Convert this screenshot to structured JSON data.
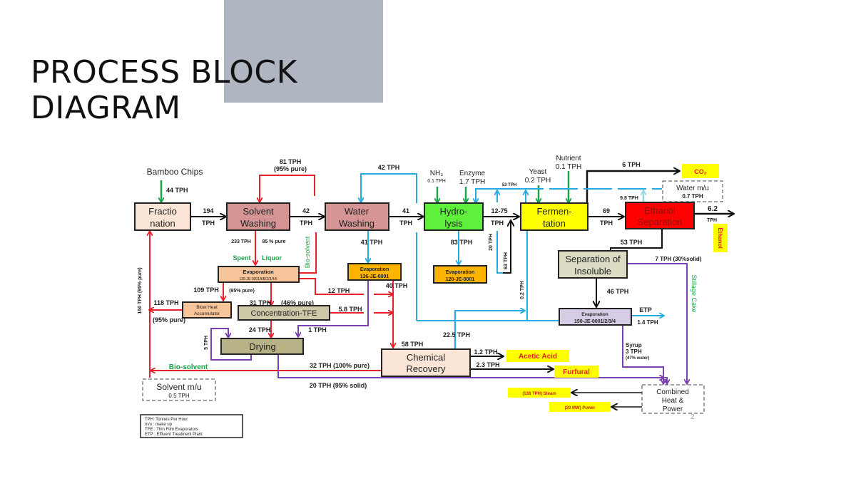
{
  "slide": {
    "title_line1": "PROCESS BLOCK",
    "title_line2": "DIAGRAM",
    "page_number": "2"
  },
  "colors": {
    "solvent_stream": "#e8202a",
    "water_stream": "#27aae1",
    "additive_stream": "#1aa34a",
    "solid_stream": "#7a3fb0",
    "product_stream": "#111111",
    "highlight": "#ffff00",
    "product_text": "#e82020",
    "accent_rect": "#b0b5c2"
  },
  "blocks": {
    "fractionation": {
      "line1": "Fractio",
      "line2": "nation"
    },
    "solvent_washing": {
      "line1": "Solvent",
      "line2": "Washing"
    },
    "water_washing": {
      "line1": "Water",
      "line2": "Washing"
    },
    "hydrolysis": {
      "line1": "Hydro-",
      "line2": "lysis"
    },
    "fermentation": {
      "line1": "Fermen-",
      "line2": "tation"
    },
    "ethanol_separation": {
      "line1": "Ethanol",
      "line2": "Separation"
    },
    "separation_insoluble": {
      "line1": "Separation of",
      "line2": "Insoluble"
    },
    "evap_135": {
      "line1": "Evaporation",
      "line2": "135-JE-0001A/B/2/3/4/5"
    },
    "evap_136": {
      "line1": "Evaporation",
      "line2": "136-JE-0001"
    },
    "evap_120": {
      "line1": "Evaporation",
      "line2": "120-JE-0001"
    },
    "evap_150": {
      "line1": "Evaporation",
      "line2": "150-JE-0001/2/3/4"
    },
    "blow_heat": {
      "line1": "Blow Heat",
      "line2": "Accumulator"
    },
    "concentration_tfe": {
      "line1": "Concentration-TFE"
    },
    "drying": {
      "line1": "Drying"
    },
    "chemical_recovery": {
      "line1": "Chemical",
      "line2": "Recovery"
    },
    "solvent_mu": {
      "line1": "Solvent m/u",
      "line2": "0.5 TPH"
    },
    "water_mu": {
      "line1": "Water m/u",
      "line2": "0.7 TPH"
    },
    "chp": {
      "line1": "Combined",
      "line2": "Heat &",
      "line3": "Power"
    }
  },
  "inputs": {
    "bamboo": "Bamboo Chips",
    "bamboo_flow": "44 TPH",
    "nh3": "NH₃",
    "nh3_flow": "0.1 TPH",
    "enzyme": "Enzyme",
    "enzyme_flow": "1.7 TPH",
    "yeast": "Yeast",
    "yeast_flow": "0.2 TPH",
    "nutrient": "Nutrient",
    "nutrient_flow": "0.1 TPH"
  },
  "products": {
    "co2": "CO₂",
    "ethanol": "Ethanol",
    "acetic_acid": "Acetic Acid",
    "furfural": "Furfural",
    "steam": "(138 TPH) Steam",
    "power": "(20 MW) Power"
  },
  "flows": {
    "f194": "194",
    "tph": "TPH",
    "f42": "42",
    "f41": "41",
    "f12_75": "12-75",
    "f69": "69",
    "f6_2": "6.2",
    "recycle_81": "81 TPH",
    "recycle_81_purity": "(95% pure)",
    "recycle_42": "42 TPH",
    "recycle_53": "53 TPH",
    "co2_6": "6 TPH",
    "water_9_8": "9.8 TPH",
    "spent_233": "233 TPH",
    "spent_purity": "85 % pure",
    "spent_liquor_1": "Spent",
    "spent_liquor_2": "Liquor",
    "bio_solvent_v": "Bio-solvent",
    "ww_41": "41  TPH",
    "hyd_83": "83  TPH",
    "f20": "20 TPH",
    "f63": "63 TPH",
    "f0_2": "0.2 TPH",
    "es_53": "53 TPH",
    "f109": "109 TPH",
    "f109_purity": "(95% pure)",
    "f118": "118 TPH",
    "f118_purity": "(95% pure)",
    "f150": "150 TPH  (95% pure)",
    "f31": "31 TPH",
    "f31_purity": "(46% pure)",
    "f12": "12 TPH",
    "f5_8": "5.8 TPH",
    "f40": "40  TPH",
    "f24": "24 TPH",
    "f1": "1 TPH",
    "f5": "5 TPH",
    "f58": "58 TPH",
    "f22_5": "22.5   TPH",
    "bio_solvent_h": "Bio-solvent",
    "f32": "32 TPH (100% pure)",
    "f20_solid": "20 TPH (95% solid)",
    "f1_2": "1.2 TPH",
    "f2_3": "2.3 TPH",
    "f7": "7 TPH (30%solid)",
    "stillage": "Stillage Cake",
    "f46": "46 TPH",
    "etp": "ETP",
    "f1_4": "1.4 TPH",
    "syrup": "Syrup",
    "syrup_flow": "3 TPH",
    "syrup_note": "(47% water)"
  },
  "legend": [
    "TPH: Tonnes Per Hour",
    "m/u : make up",
    "TFE : Thin Film Evaporators",
    "ETP : Effluent Treatment Plant"
  ]
}
